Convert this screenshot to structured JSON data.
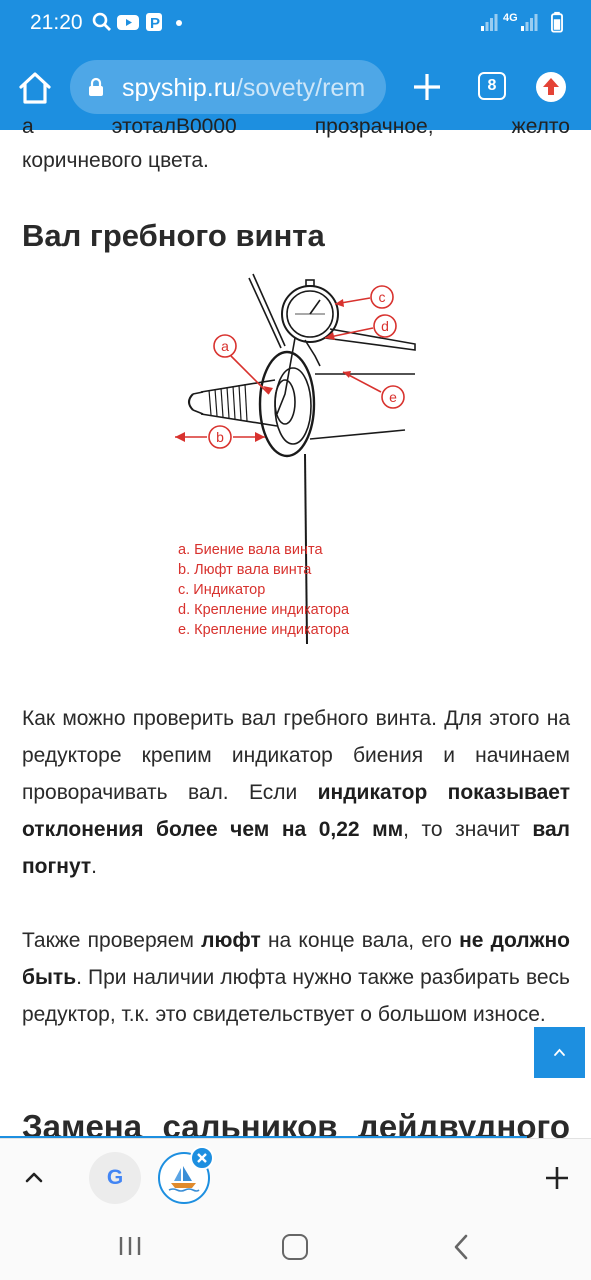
{
  "status_bar": {
    "time": "21:20",
    "network": "4G"
  },
  "browser": {
    "url_domain": "spyship.ru",
    "url_path": "/sovety/rem",
    "tab_count": "8",
    "accent_color": "#1d8fe0"
  },
  "article": {
    "cut_line_words": [
      "а",
      "этоталВ0000",
      "прозрачное,",
      "желто"
    ],
    "intro_tail": "коричневого цвета.",
    "heading": "Вал гребного винта",
    "figure": {
      "labels": [
        "a",
        "b",
        "c",
        "d",
        "e"
      ],
      "captions": [
        "a. Биение вала винта",
        "b. Люфт вала винта",
        "c. Индикатор",
        "d. Крепление индикатора",
        "e. Крепление индикатора"
      ]
    },
    "para1": {
      "t1": "Как можно проверить вал гребного винта. Для этого на редукторе крепим индикатор биения и начинаем проворачивать вал. Если ",
      "b1": "индикатор показывает отклонения более чем на 0,22 мм",
      "t2": ", то значит ",
      "b2": "вал погнут",
      "t3": "."
    },
    "para2": {
      "t1": "Также проверяем ",
      "b1": "люфт",
      "t2": " на конце вала, его ",
      "b2": "не должно быть",
      "t3": ". При наличии люфта нужно также разбирать весь редуктор, т.к. это свидетельствует о большом износе."
    },
    "next_heading_words": [
      "Замена",
      "сальников",
      "дейдвудного"
    ]
  },
  "tab_strip": {
    "google_tab_letter": "G"
  }
}
